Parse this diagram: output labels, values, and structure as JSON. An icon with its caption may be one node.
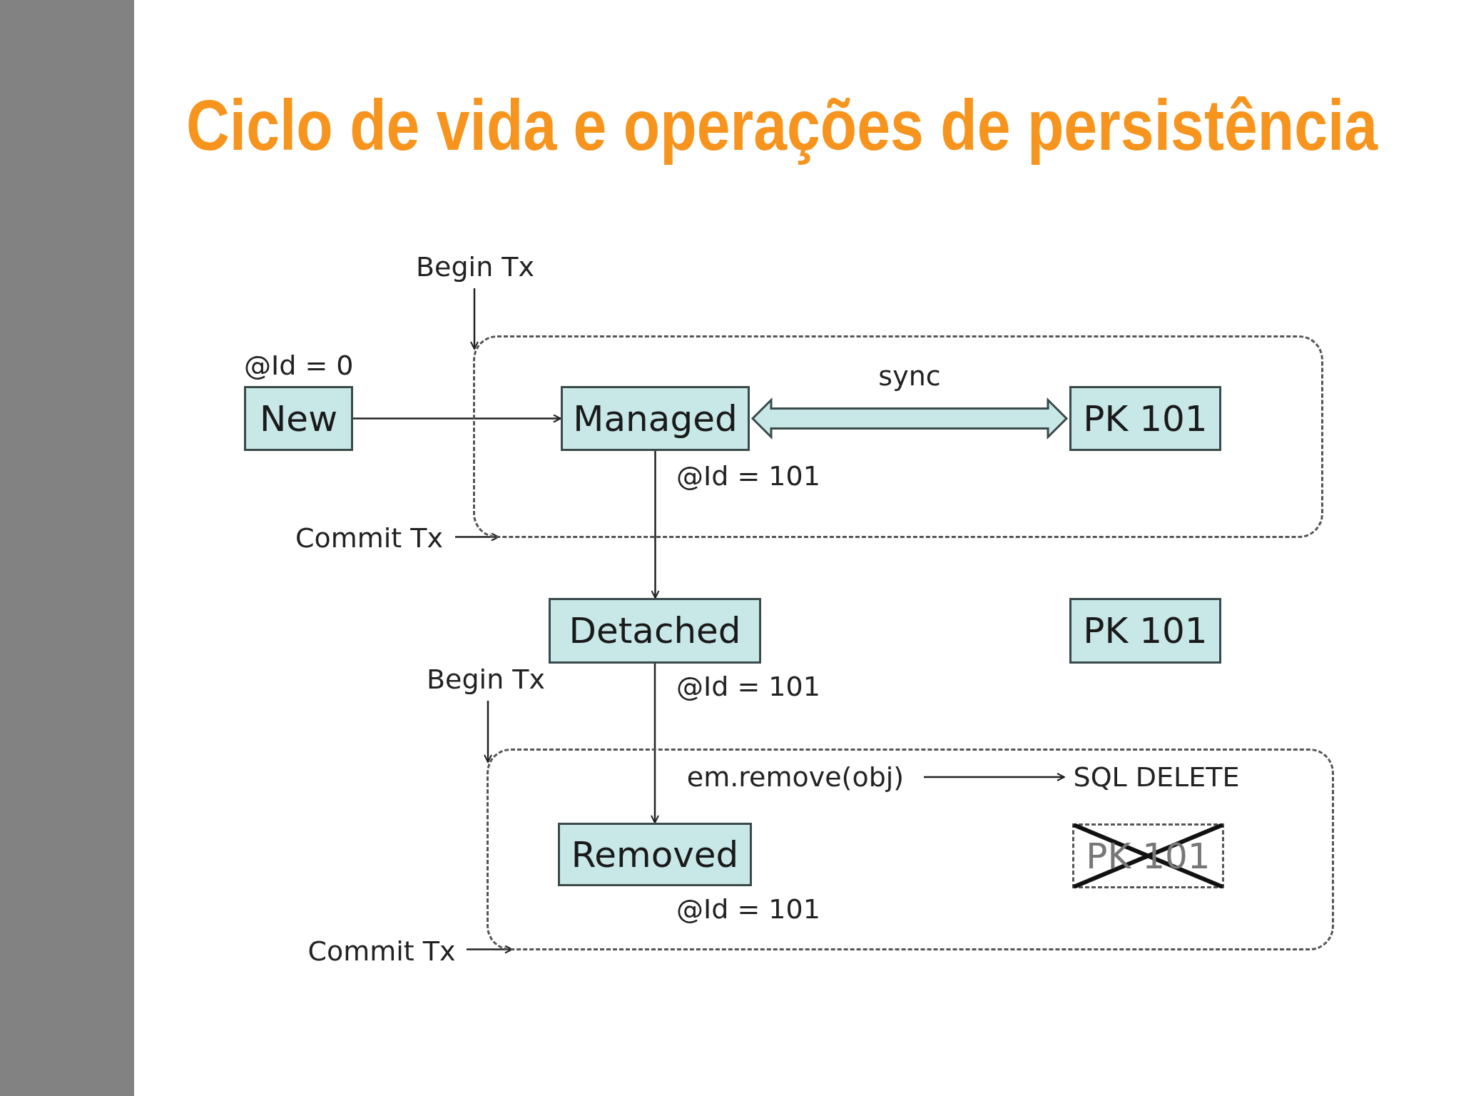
{
  "diagram": {
    "title": "Ciclo de vida e operações de persistência",
    "nodes": [
      {
        "text": [
          "Begin Tx"
        ]
      },
      {
        "text": [
          "New"
        ],
        "beside": [
          "@Id = 0"
        ]
      },
      {
        "text": [],
        "shape": "box"
      },
      {
        "text": [
          "Managed"
        ],
        "in": 2,
        "beside": [
          "@Id = 101"
        ]
      },
      {
        "text": [
          "PK 101"
        ],
        "in": 2
      },
      {
        "text": [
          "Commit Tx"
        ]
      },
      {
        "text": [
          "Detached"
        ],
        "beside": [
          "@Id = 101"
        ]
      },
      {
        "text": [
          "PK 101"
        ]
      },
      {
        "text": [
          "Begin Tx"
        ]
      },
      {
        "text": [],
        "shape": "box"
      },
      {
        "text": [
          "em.remove(obj)"
        ],
        "in": 9
      },
      {
        "text": [
          "SQL DELETE"
        ],
        "in": 9
      },
      {
        "text": [
          "Removed"
        ],
        "in": 9,
        "beside": [
          "@Id = 101"
        ]
      },
      {
        "text": [
          "PK 101"
        ],
        "in": 9
      },
      {
        "text": [
          "Commit Tx"
        ]
      }
    ],
    "edges": [
      {
        "from": 0,
        "to": 2,
        "arrow": "to"
      },
      {
        "from": 1,
        "to": 3,
        "arrow": "to"
      },
      {
        "from": 3,
        "to": 4,
        "arrow": "both",
        "label": "sync",
        "style": "thick"
      },
      {
        "from": 5,
        "to": 2,
        "arrow": "to"
      },
      {
        "from": 3,
        "to": 6,
        "arrow": "to"
      },
      {
        "from": 8,
        "to": 9,
        "arrow": "to"
      },
      {
        "from": 6,
        "to": 12,
        "arrow": "to"
      },
      {
        "from": 10,
        "to": 11,
        "arrow": "to"
      },
      {
        "from": 14,
        "to": 9,
        "arrow": "to"
      }
    ]
  }
}
